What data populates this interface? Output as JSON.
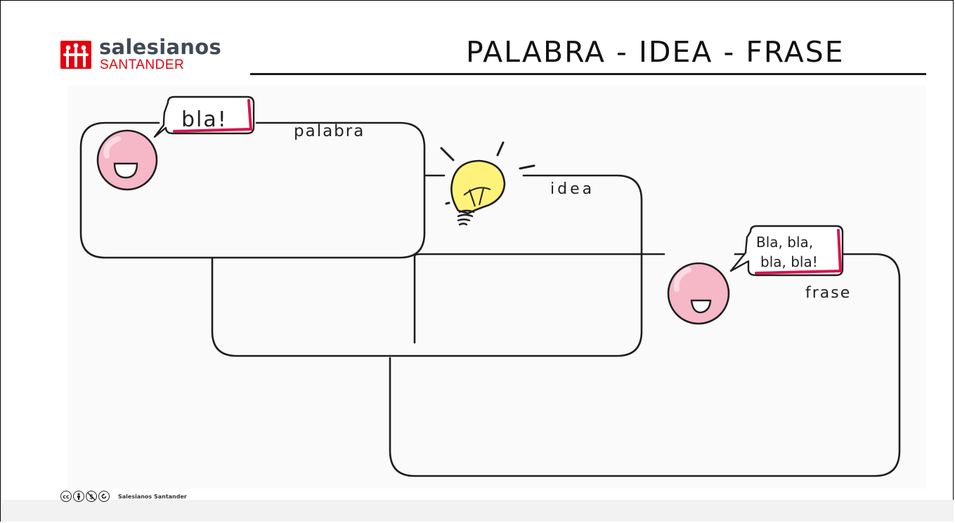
{
  "header": {
    "brand_name": "salesianos",
    "brand_city": "SANTANDER",
    "title": "PALABRA - IDEA - FRASE"
  },
  "panels": [
    {
      "label": "palabra",
      "bubble": [
        "bla!"
      ]
    },
    {
      "label": "idea"
    },
    {
      "label": "frase",
      "bubble": [
        "Bla, bla,",
        "bla, bla!"
      ]
    }
  ],
  "footer": {
    "license_icons": [
      "cc",
      "by",
      "nc",
      "sa"
    ],
    "author": "Salesianos Santander"
  },
  "colors": {
    "brand_red": "#e3000f",
    "brand_gray": "#3f4a55",
    "face_pink": "#f6b7c6",
    "bulb_yellow": "#fff27a",
    "bubble_accent": "#d7154f"
  }
}
